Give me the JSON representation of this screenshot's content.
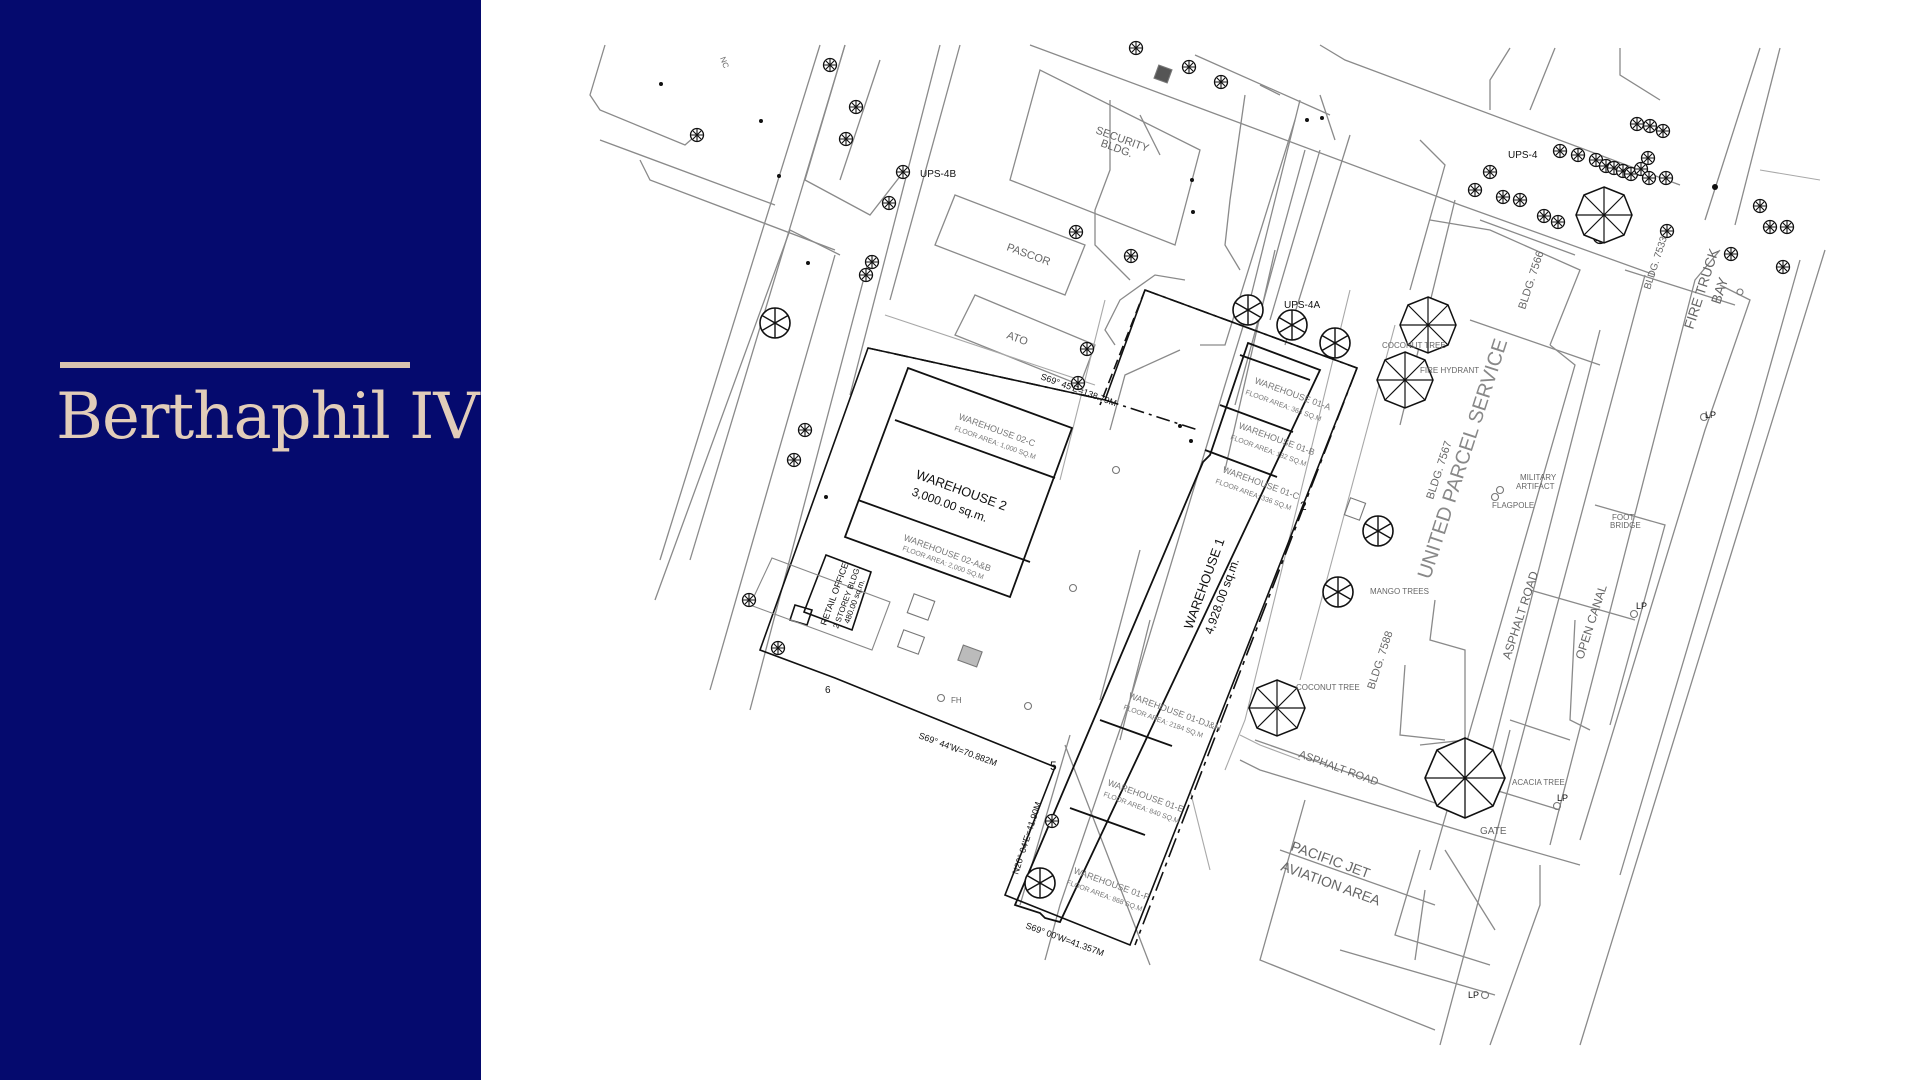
{
  "slide": {
    "title": "Berthaphil IV",
    "colors": {
      "sidebar": "#050a6e",
      "title": "#e2cdb9",
      "line": "#8a8a8a",
      "ink": "#111111"
    }
  },
  "site_plan": {
    "warehouse1": {
      "name": "WAREHOUSE 1",
      "area": "4,928.00 sq.m."
    },
    "warehouse2": {
      "name": "WAREHOUSE 2",
      "area": "3,000.00 sq.m."
    },
    "retail": {
      "name": "RETAIL OFFICE",
      "sub": "2 STOREY BLDG.",
      "area": "480.00 sq.m."
    },
    "units": [
      {
        "label": "WAREHOUSE 01-A",
        "area": "FLOOR AREA: 364 SQ.M"
      },
      {
        "label": "WAREHOUSE 01-B",
        "area": "FLOOR AREA: 182 SQ.M"
      },
      {
        "label": "WAREHOUSE 01-C",
        "area": "FLOOR AREA: 336 SQ.M"
      },
      {
        "label": "WAREHOUSE 01-DJ&H",
        "area": "FLOOR AREA: 2184 SQ.M"
      },
      {
        "label": "WAREHOUSE 01-E",
        "area": "FLOOR AREA: 840 SQ.M"
      },
      {
        "label": "WAREHOUSE 01-F",
        "area": "FLOOR AREA: 868 SQ.M"
      },
      {
        "label": "WAREHOUSE 02-C",
        "area": "FLOOR AREA: 1,000 SQ.M"
      },
      {
        "label": "WAREHOUSE 02-A&B",
        "area": "FLOOR AREA: 2,000 SQ.M"
      }
    ],
    "labels": {
      "security": "SECURITY",
      "security2": "BLDG.",
      "pascor": "PASCOR",
      "ato": "ATO",
      "ups4b": "UPS-4B",
      "ups4a": "UPS-4A",
      "ups4": "UPS-4",
      "ups": "UNITED PARCEL SERVICE",
      "bldg7566": "BLDG. 7566",
      "bldg7567": "BLDG. 7567",
      "bldg7588": "BLDG. 7588",
      "bldg7533": "BLDG. 7533",
      "firetruck": "FIRE TRUCK",
      "bay": "BAY",
      "asphalt1": "ASPHALT ROAD",
      "asphalt2": "ASPHALT ROAD",
      "canal": "OPEN CANAL",
      "pacific1": "PACIFIC JET",
      "pacific2": "AVIATION AREA",
      "gate": "GATE",
      "lp": "LP",
      "flagpole": "FLAGPOLE",
      "military": "MILITARY",
      "artifact": "ARTIFACT",
      "foot": "FOOT",
      "bridge": "BRIDGE",
      "hydrant": "FIRE HYDRANT",
      "coconut": "COCONUT TREE",
      "acacia": "ACACIA TREE",
      "mango": "MANGO TREES",
      "fh": "FH",
      "b1": "S69° 45'E=138.79M",
      "b2": "S69° 44'W=70.882M",
      "b3": "N20° 04'E=41.90M",
      "b4": "S69° 00'W=41.357M",
      "n2": "2",
      "n5": "5",
      "n6": "6",
      "nc": "NC"
    }
  }
}
